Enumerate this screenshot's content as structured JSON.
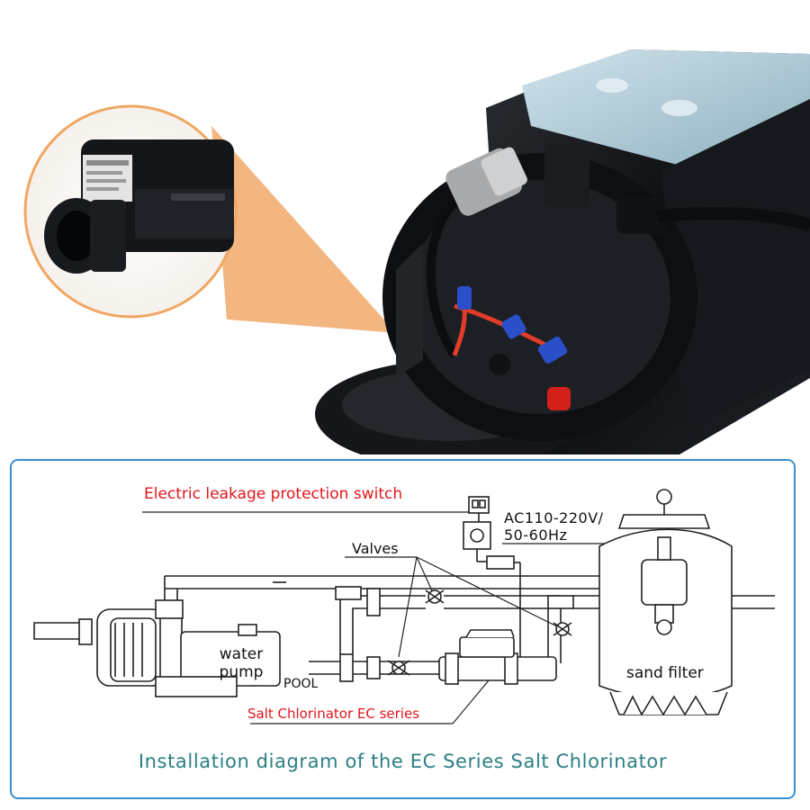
{
  "diagram": {
    "labels": {
      "leakage_switch": "Electric leakage protection switch",
      "power": "AC110-220V/",
      "frequency": "50-60Hz",
      "valves": "Valves",
      "water_pump": "water pump",
      "pool": "POOL",
      "sand_filter": "sand filter",
      "chlorinator": "Salt Chlorinator EC series"
    },
    "caption": "Installation diagram of the EC Series Salt Chlorinator"
  },
  "colors": {
    "label_red": "#e0161b",
    "caption_teal": "#2c7f84",
    "frame_blue": "#3a8fd0",
    "callout_orange": "#f2b27a"
  }
}
